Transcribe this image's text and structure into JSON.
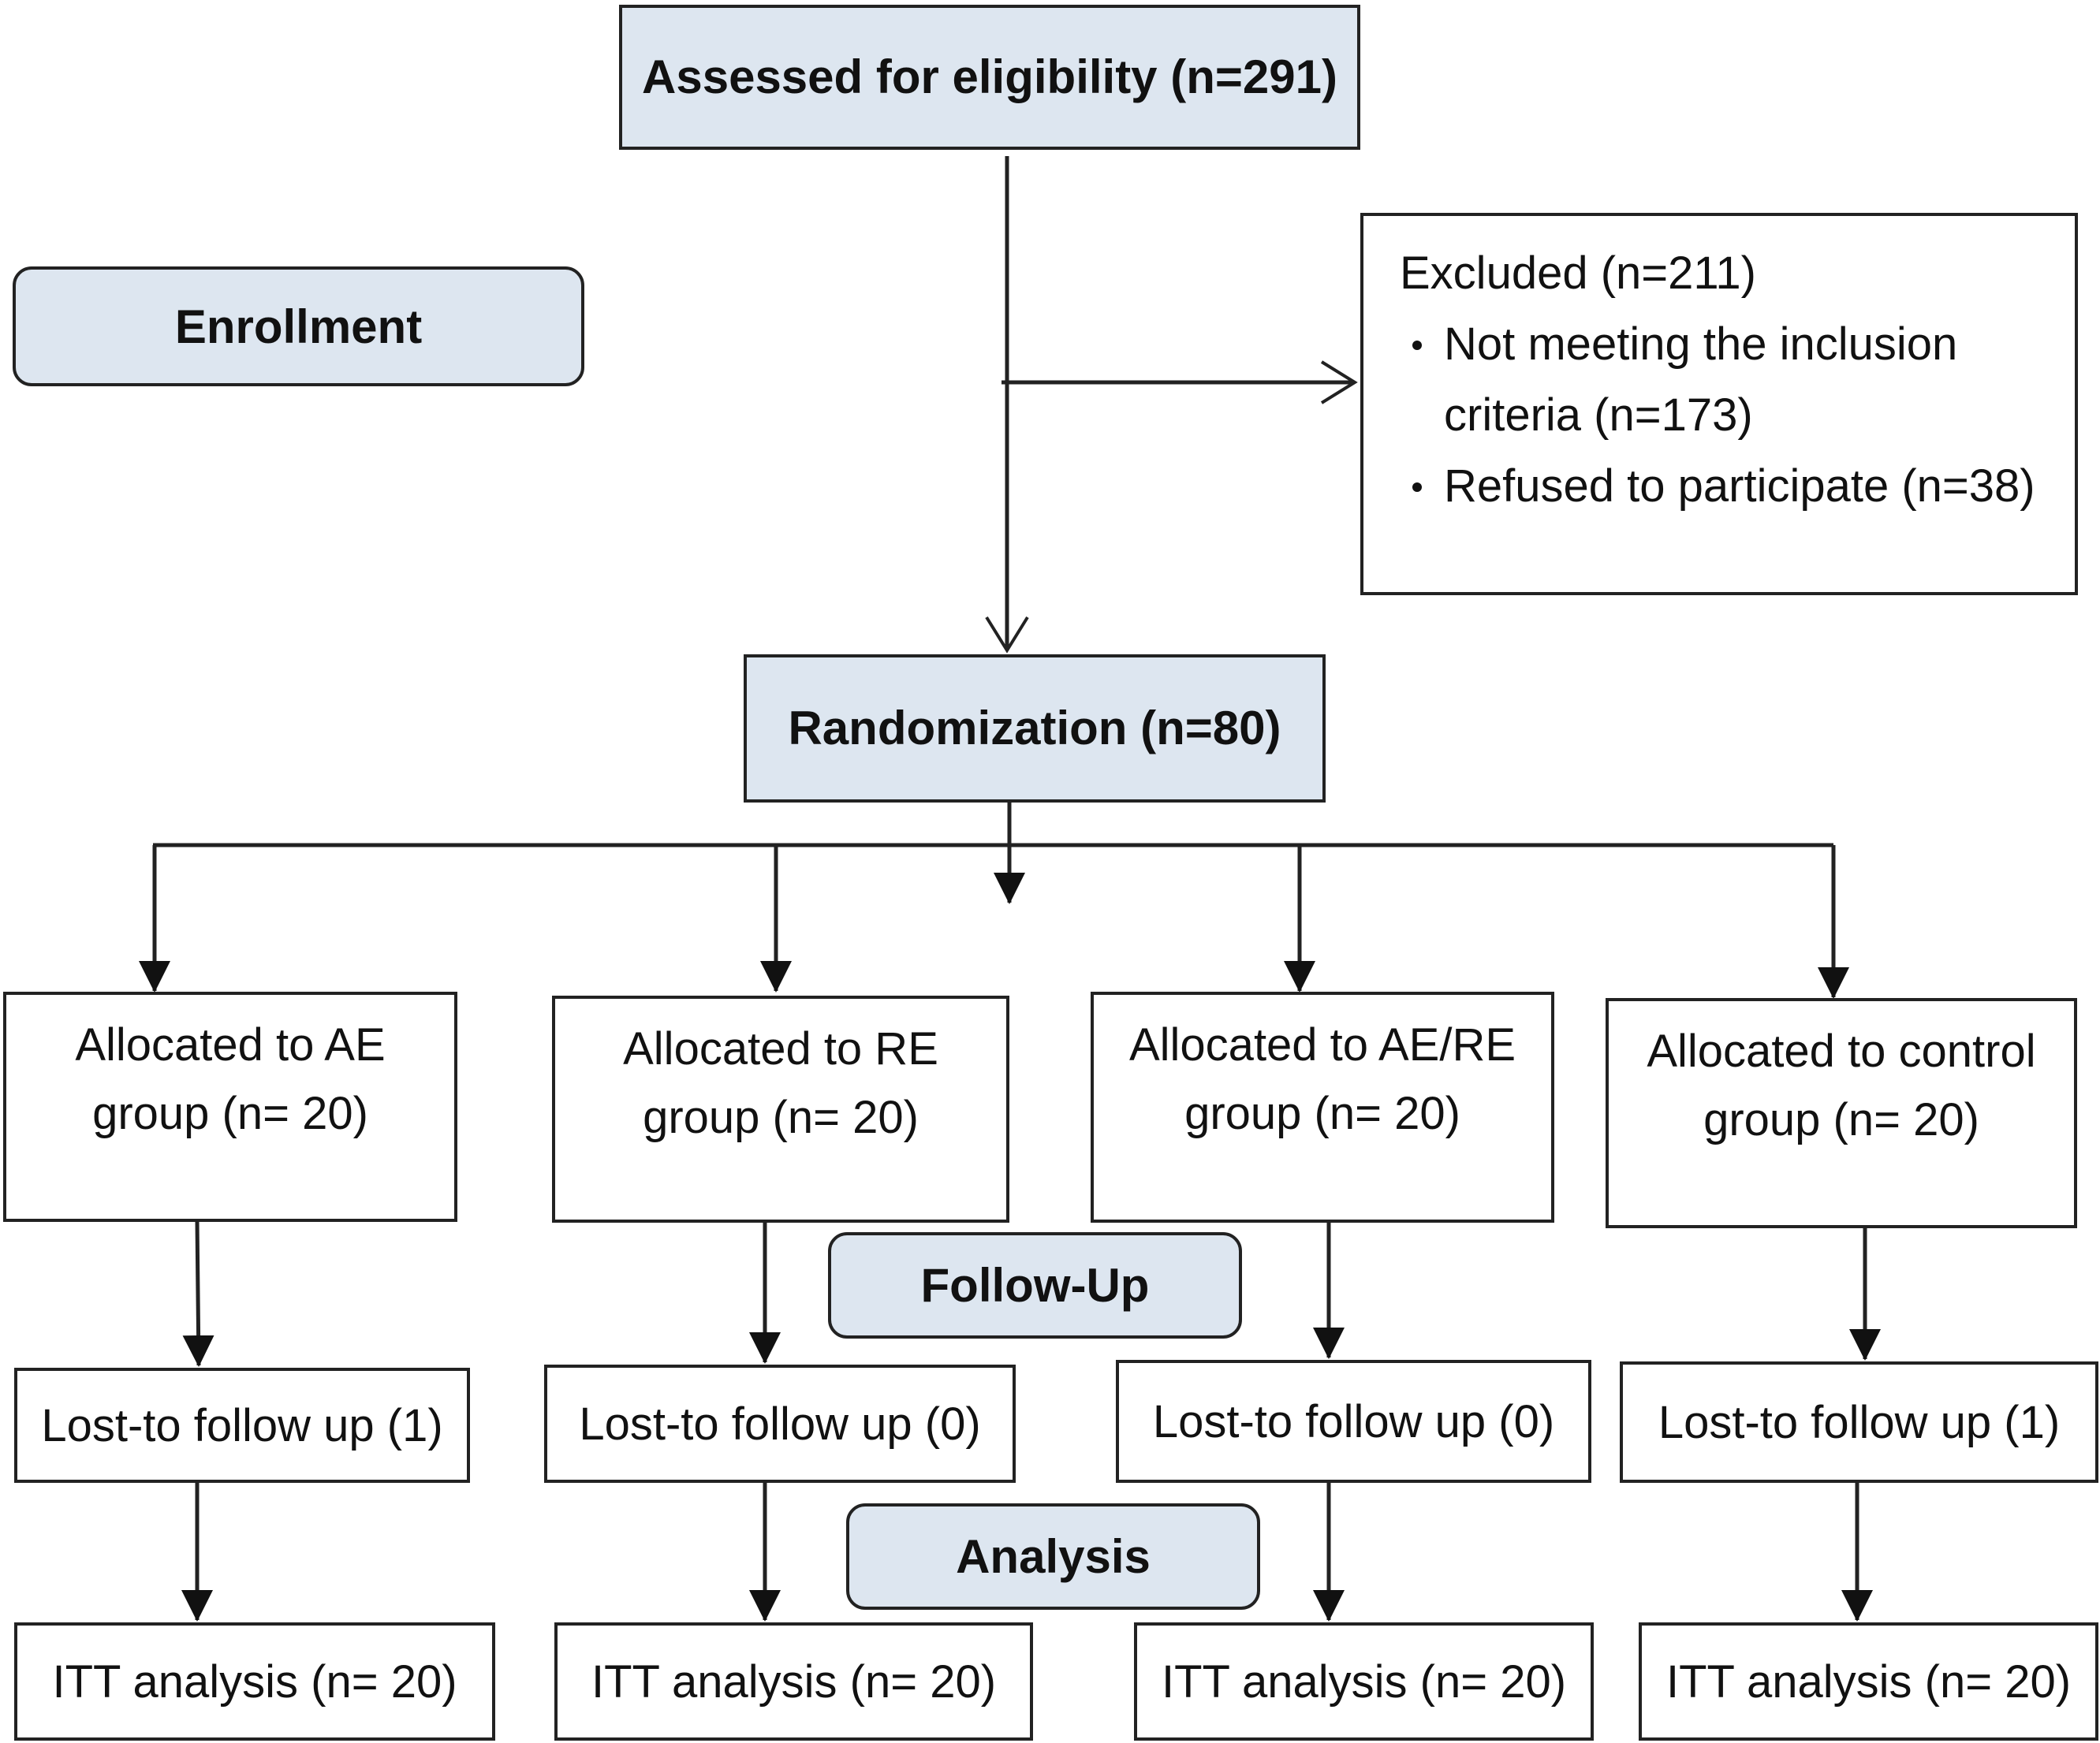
{
  "stages": {
    "enrollment": "Enrollment",
    "follow_up": "Follow-Up",
    "analysis": "Analysis"
  },
  "assessed": "Assessed for eligibility (n=291)",
  "excluded": {
    "title": "Excluded (n=211)",
    "items": [
      "Not meeting the inclusion criteria (n=173)",
      "Refused to participate (n=38)"
    ]
  },
  "randomization": "Randomization (n=80)",
  "groups": [
    {
      "allocated": "Allocated to AE group (n= 20)",
      "lost": "Lost-to follow up (1)",
      "analysis": "ITT analysis (n= 20)"
    },
    {
      "allocated": "Allocated to RE group (n= 20)",
      "lost": "Lost-to follow up (0)",
      "analysis": "ITT analysis (n= 20)"
    },
    {
      "allocated": "Allocated to AE/RE group (n= 20)",
      "lost": "Lost-to follow up (0)",
      "analysis": "ITT analysis (n= 20)"
    },
    {
      "allocated": "Allocated to control group (n= 20)",
      "lost": "Lost-to follow up (1)",
      "analysis": "ITT analysis (n= 20)"
    }
  ],
  "colors": {
    "shaded_fill": "#dde6f0",
    "stroke": "#222222"
  }
}
